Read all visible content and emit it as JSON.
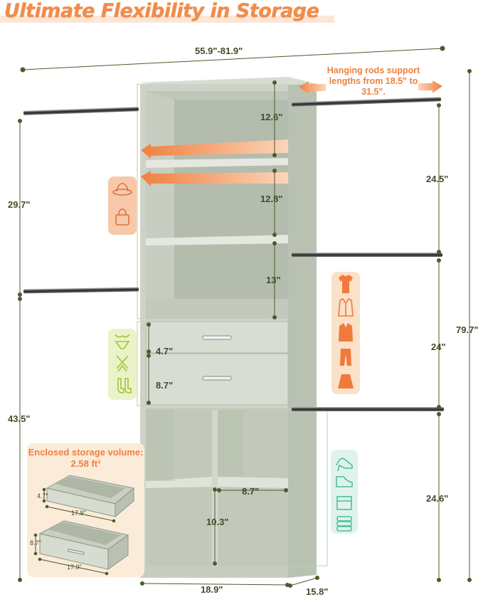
{
  "title": "Ultimate Flexibility in Storage",
  "overall_width": "55.9\"-81.9\"",
  "rod_note": "Hanging rods support lengths from 18.5\" to 31.5\".",
  "dims": {
    "shelf1": "12.6\"",
    "shelf2": "12.8\"",
    "shelf3": "13\"",
    "drawer1": "4.7\"",
    "drawer2": "8.7\"",
    "cube_w": "8.7\"",
    "cube_h": "10.3\"",
    "base_w": "18.9\"",
    "depth": "15.8\"",
    "left_upper": "29.7\"",
    "left_lower": "43.5\"",
    "right_a": "24.5\"",
    "right_b": "24\"",
    "right_c": "24.6\"",
    "total_h": "79.7\""
  },
  "enclosed": {
    "title": "Enclosed storage volume: 2.58 ft³",
    "d1_h": "4.7\"",
    "d1_w": "17.9\"",
    "d2_h": "8.7\"",
    "d2_w": "17.9\""
  },
  "icons": {
    "hats": [
      "hat-icon",
      "handbag-icon"
    ],
    "clothes": [
      "tshirt-icon",
      "shirt-icon",
      "jacket-icon",
      "pants-icon",
      "skirt-icon"
    ],
    "under": [
      "underwear-icon",
      "tie-icon",
      "socks-icon"
    ],
    "shoes": [
      "heel-icon",
      "shoe-icon",
      "box-icon",
      "stack-icon"
    ]
  },
  "colors": {
    "accent": "#f08040",
    "unit": "#c9d1c3",
    "dim_line": "#4d5a2c"
  }
}
